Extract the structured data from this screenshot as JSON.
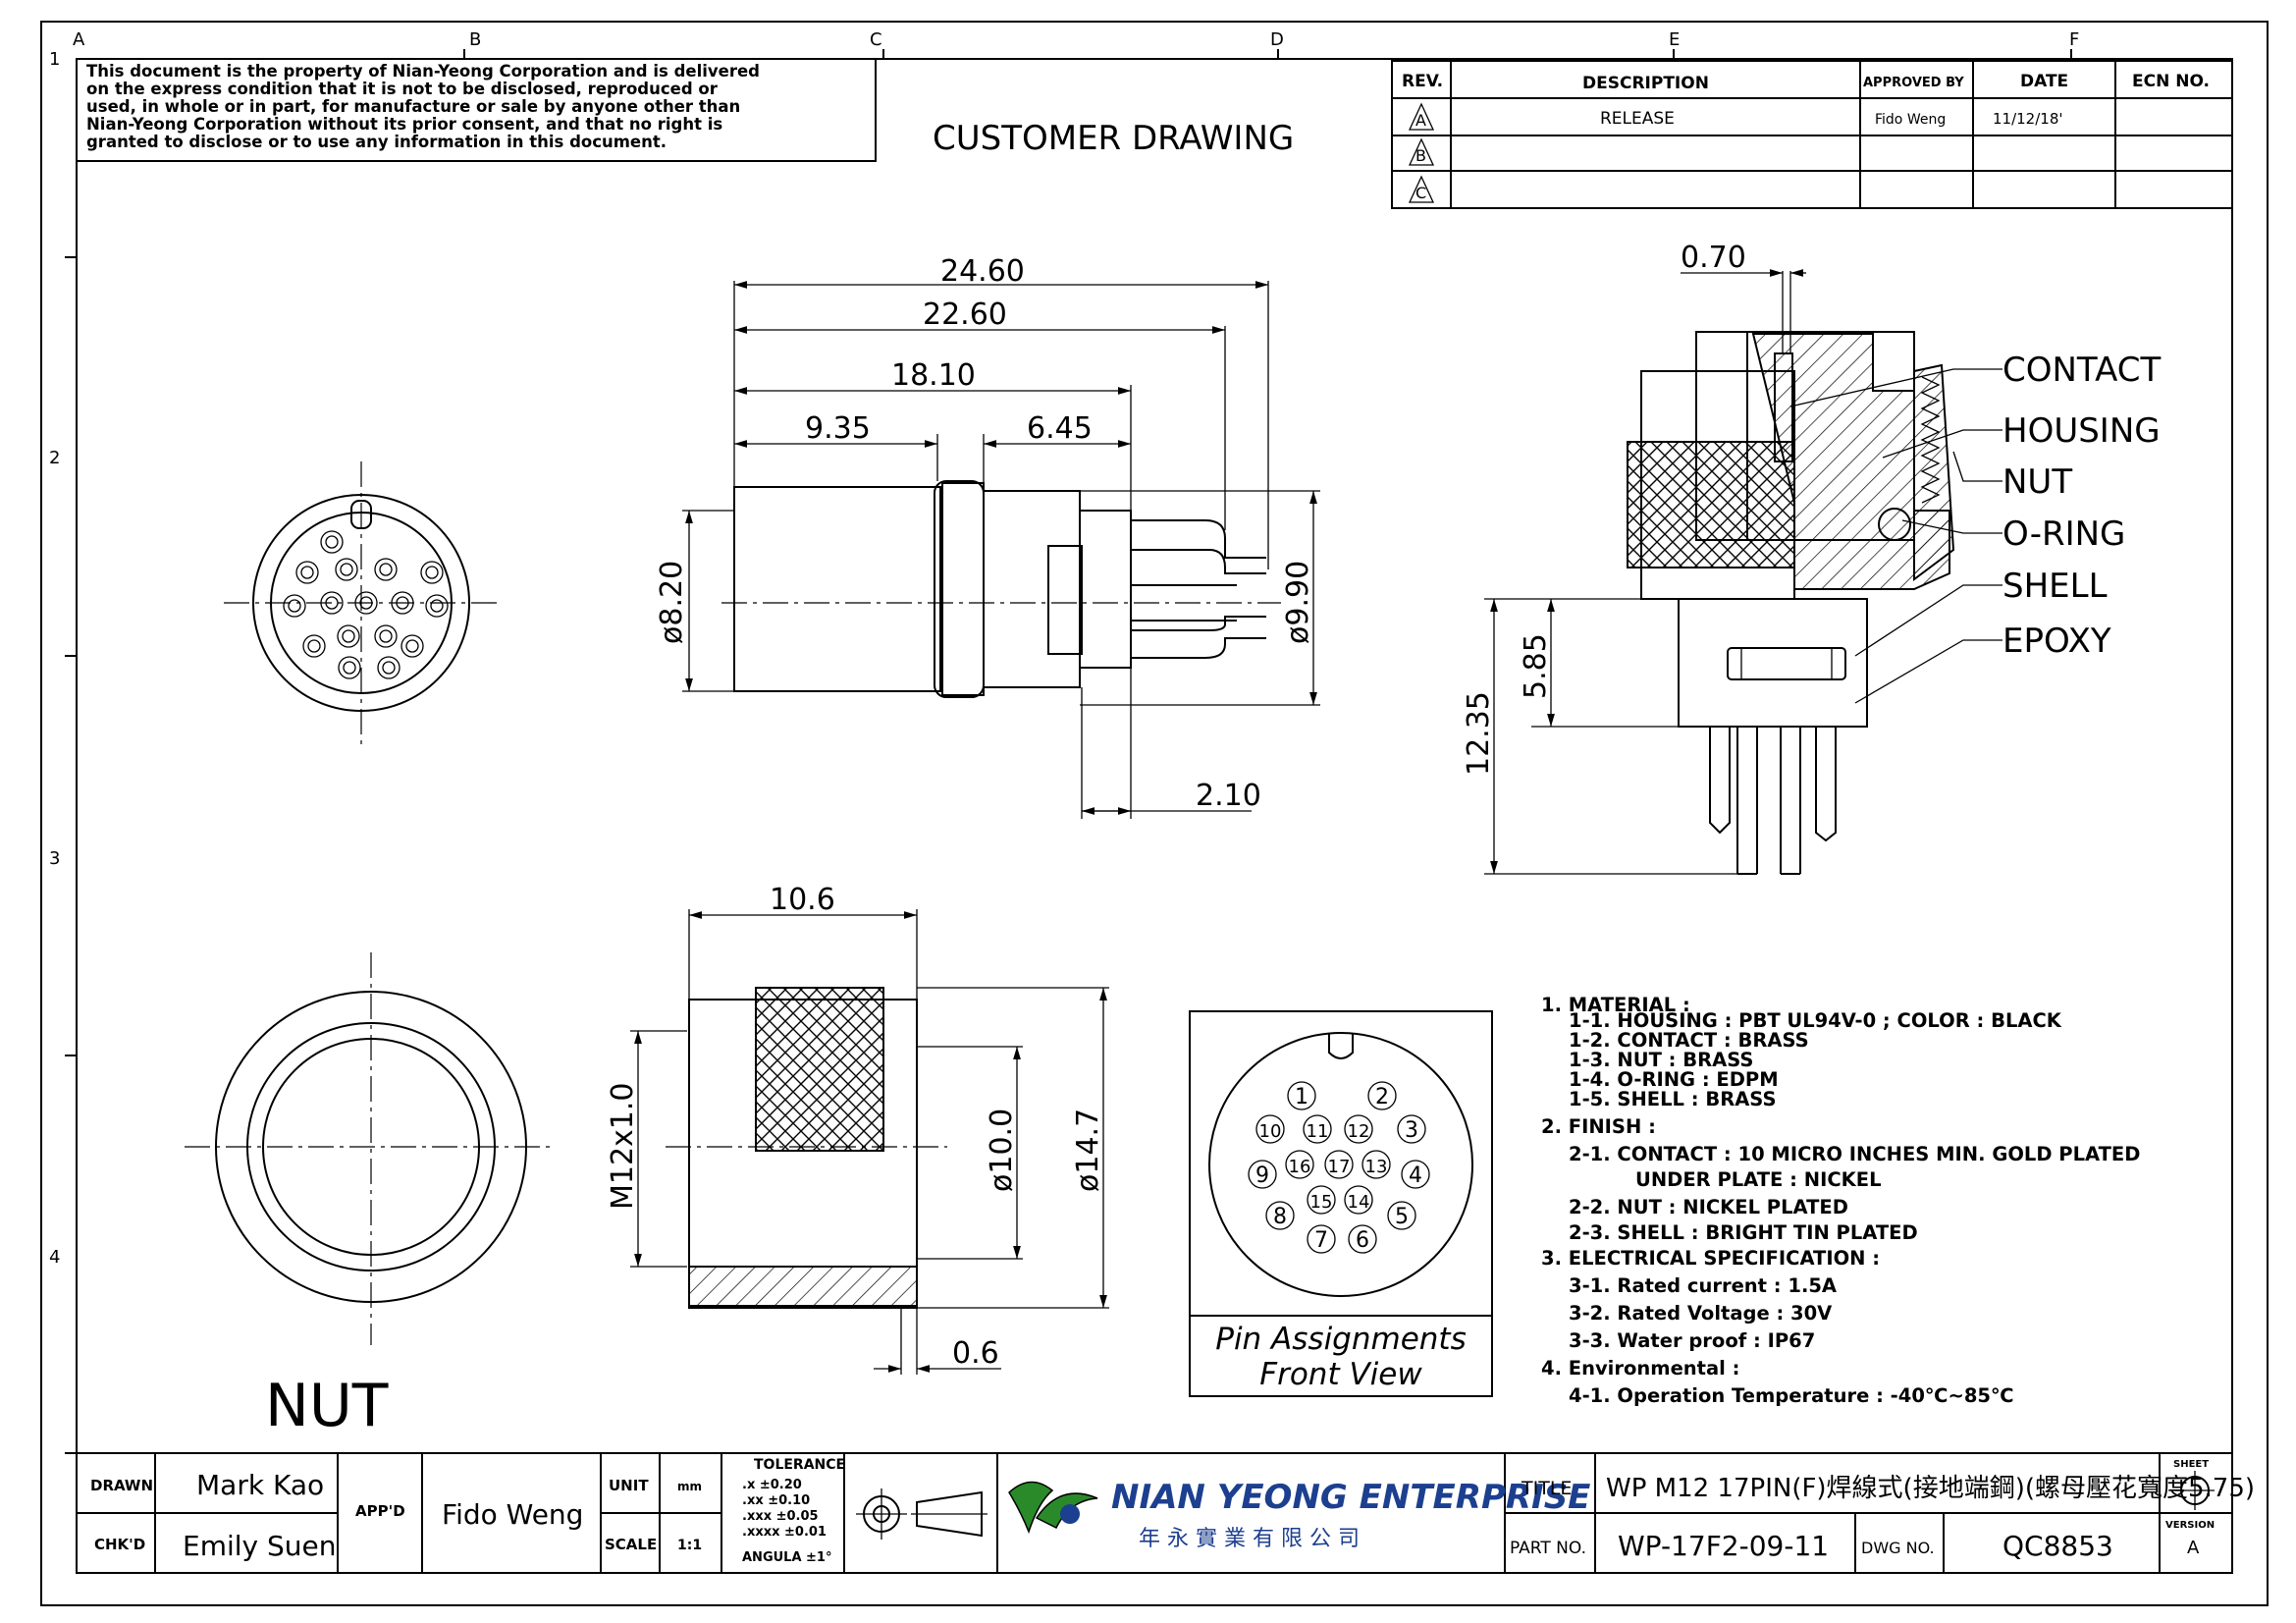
{
  "border": {
    "col_letters": [
      "A",
      "B",
      "C",
      "D",
      "E",
      "F"
    ],
    "row_numbers": [
      "1",
      "2",
      "3",
      "4"
    ]
  },
  "notice": [
    "This document is the property of Nian-Yeong Corporation and is delivered",
    "on  the  express condition that it is not to be disclosed, reproduced or",
    "used, in whole or in part, for manufacture or sale by anyone other than",
    "Nian-Yeong Corporation without  its prior consent, and that  no right  is",
    "granted to disclose or to use any information in this  document."
  ],
  "heading": "CUSTOMER  DRAWING",
  "revision_table": {
    "headers": [
      "REV.",
      "DESCRIPTION",
      "APPROVED BY",
      "DATE",
      "ECN NO."
    ],
    "rows": [
      {
        "rev": "A",
        "description": "RELEASE",
        "approved": "Fido Weng",
        "date": "11/12/18'",
        "ecn": ""
      },
      {
        "rev": "B",
        "description": "",
        "approved": "",
        "date": "",
        "ecn": ""
      },
      {
        "rev": "C",
        "description": "",
        "approved": "",
        "date": "",
        "ecn": ""
      }
    ]
  },
  "dimensions": {
    "d1": "24.60",
    "d2": "22.60",
    "d3": "18.10",
    "d4": "9.35",
    "d5": "6.45",
    "d6": "ø8.20",
    "d7": "ø9.90",
    "d8": "2.10",
    "d9": "0.70",
    "d10": "5.85",
    "d11": "12.35",
    "d12": "10.6",
    "d13": "M12x1.0",
    "d14": "ø10.0",
    "d15": "ø14.7",
    "d16": "0.6"
  },
  "callouts": [
    "CONTACT",
    "HOUSING",
    "NUT",
    "O-RING",
    "SHELL",
    "EPOXY"
  ],
  "nut_label": "NUT",
  "pin_box": {
    "pins": [
      "1",
      "2",
      "3",
      "4",
      "5",
      "6",
      "7",
      "8",
      "9",
      "10",
      "11",
      "12",
      "13",
      "14",
      "15",
      "16",
      "17"
    ],
    "caption1": "Pin Assignments",
    "caption2": "Front View"
  },
  "notes": [
    "1. MATERIAL :",
    "1-1. HOUSING : PBT UL94V-0 ; COLOR : BLACK",
    "1-2. CONTACT : BRASS",
    "1-3. NUT : BRASS",
    "1-4. O-RING : EDPM",
    "1-5. SHELL : BRASS",
    "2. FINISH :",
    "2-1. CONTACT : 10 MICRO INCHES MIN. GOLD PLATED",
    "UNDER PLATE : NICKEL",
    "2-2. NUT : NICKEL PLATED",
    "2-3. SHELL : BRIGHT TIN PLATED",
    "3. ELECTRICAL SPECIFICATION :",
    "3-1. Rated current : 1.5A",
    "3-2. Rated Voltage : 30V",
    "3-3. Water proof : IP67",
    "4. Environmental :",
    "4-1. Operation Temperature : -40℃~85℃"
  ],
  "title_block": {
    "drawn_label": "DRAWN",
    "drawn": "Mark Kao",
    "chkd_label": "CHK'D",
    "chkd": "Emily Suen",
    "appd_label": "APP'D",
    "appd": "Fido Weng",
    "unit_label": "UNIT",
    "unit": "mm",
    "scale_label": "SCALE",
    "scale": "1:1",
    "tol_title": "TOLERANCE",
    "tol": [
      ".x ±0.20",
      ".xx ±0.10",
      ".xxx ±0.05",
      ".xxxx ±0.01",
      "ANGULA ±1°"
    ],
    "company": "NIAN YEONG ENTERPRISE",
    "company_cn": "年 永 實 業 有 限 公 司",
    "title_label": "TITLE",
    "title": "WP  M12  17PIN(F)焊線式(接地端鋼)(螺母壓花寬度5.75)",
    "part_label": "PART NO.",
    "part": "WP-17F2-09-11",
    "dwg_label": "DWG NO.",
    "dwg": "QC8853",
    "sheet_label": "SHEET",
    "version_label": "VERSION",
    "version": "A"
  }
}
